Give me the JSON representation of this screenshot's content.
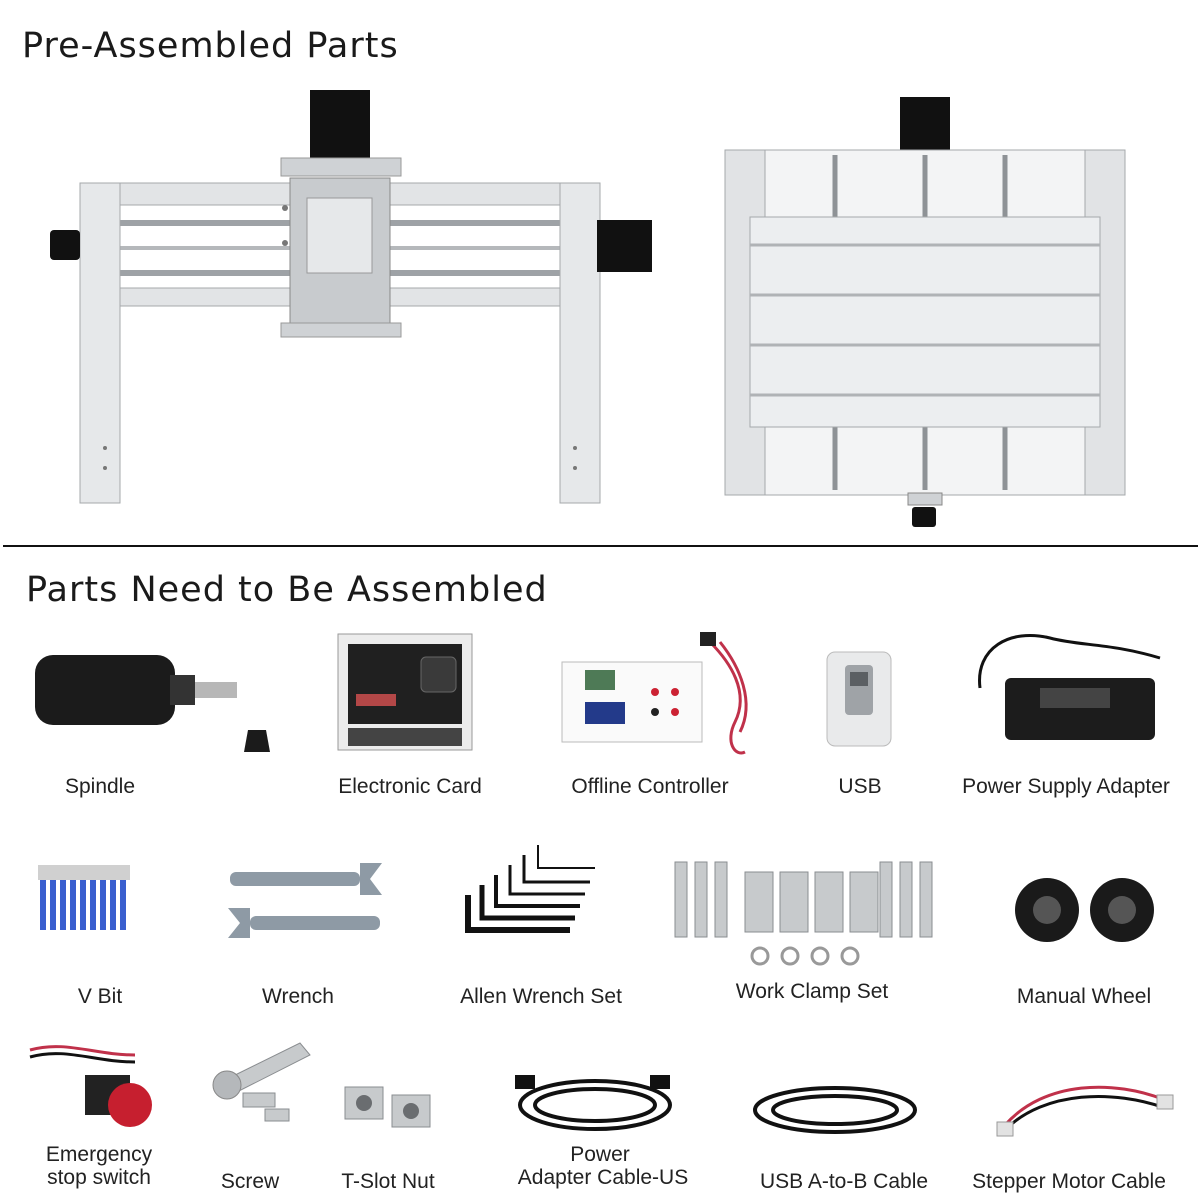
{
  "sections": {
    "pre_assembled": "Pre-Assembled Parts",
    "to_assemble": "Parts Need to Be Assembled"
  },
  "parts": {
    "spindle": "Spindle",
    "electronic_card": "Electronic Card",
    "offline_controller": "Offline Controller",
    "usb": "USB",
    "power_supply_adapter": "Power Supply Adapter",
    "v_bit": "V Bit",
    "wrench": "Wrench",
    "allen_wrench_set": "Allen Wrench Set",
    "work_clamp_set": "Work Clamp Set",
    "manual_wheel": "Manual Wheel",
    "emergency_stop_line1": "Emergency",
    "emergency_stop_line2": "stop switch",
    "screw": "Screw",
    "t_slot_nut": "T-Slot Nut",
    "power_adapter_cable_line1": "Power",
    "power_adapter_cable_line2": "Adapter Cable-US",
    "usb_a_to_b_cable": "USB A-to-B Cable",
    "stepper_motor_cable": "Stepper Motor Cable"
  },
  "colors": {
    "aluminum": "#d9dcdf",
    "motor": "#111111",
    "cable_red": "#c0314a",
    "bit_blue": "#3a5fcf"
  }
}
